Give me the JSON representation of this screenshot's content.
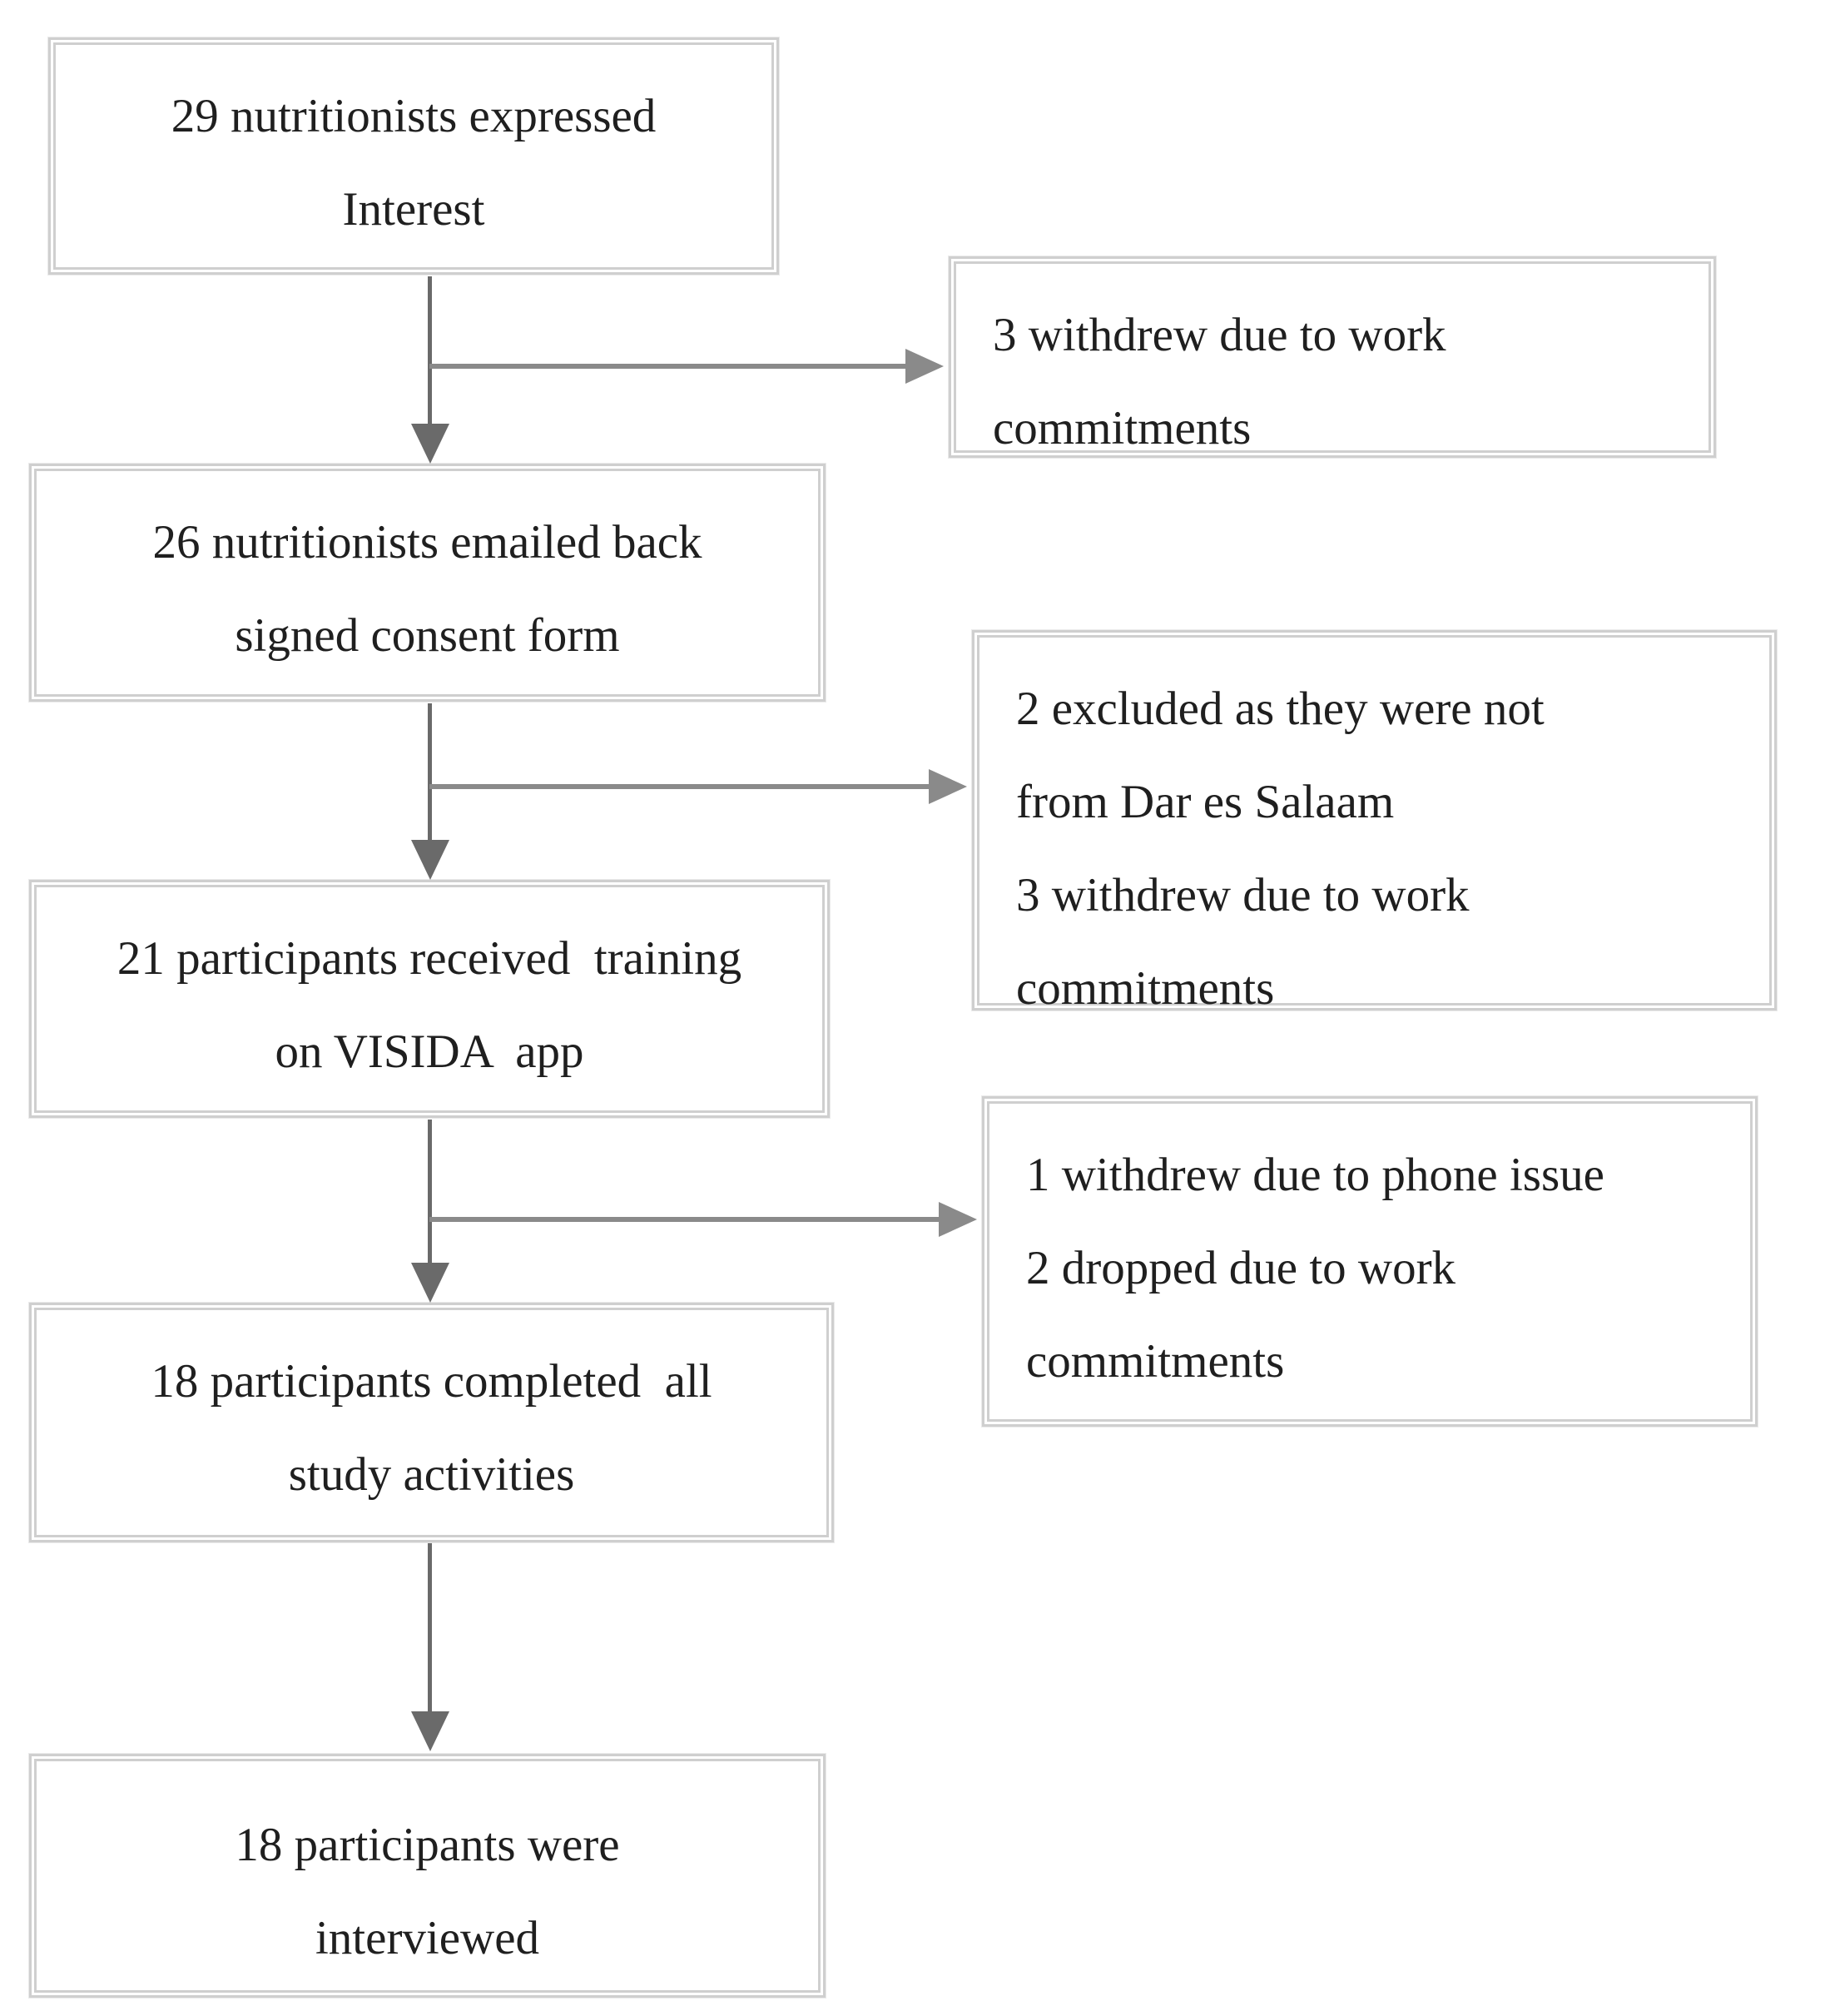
{
  "diagram": {
    "type": "flowchart",
    "main_flow": [
      {
        "step": 1,
        "lines": [
          "29 nutritionists expressed",
          "Interest"
        ]
      },
      {
        "step": 2,
        "lines": [
          "26 nutritionists emailed back",
          "signed consent form"
        ]
      },
      {
        "step": 3,
        "lines": [
          "21 participants received  training",
          "on VISIDA  app"
        ]
      },
      {
        "step": 4,
        "lines": [
          "18 participants completed  all",
          "study activities"
        ]
      },
      {
        "step": 5,
        "lines": [
          "18 participants were",
          "interviewed"
        ]
      }
    ],
    "exclusions": [
      {
        "after_step": 1,
        "lines": [
          "3 withdrew due to work",
          "commitments"
        ]
      },
      {
        "after_step": 2,
        "lines": [
          "2 excluded as they were not",
          "from Dar es Salaam",
          "3 withdrew due to work",
          "commitments"
        ]
      },
      {
        "after_step": 3,
        "lines": [
          "1 withdrew due to phone issue",
          "2 dropped due to work",
          "commitments"
        ]
      }
    ],
    "colors": {
      "box_border": "#cfcfcf",
      "arrow_vertical": "#6a6a6a",
      "arrow_horizontal": "#8a8a8a",
      "text": "#1f1f1f",
      "background": "#ffffff"
    }
  }
}
